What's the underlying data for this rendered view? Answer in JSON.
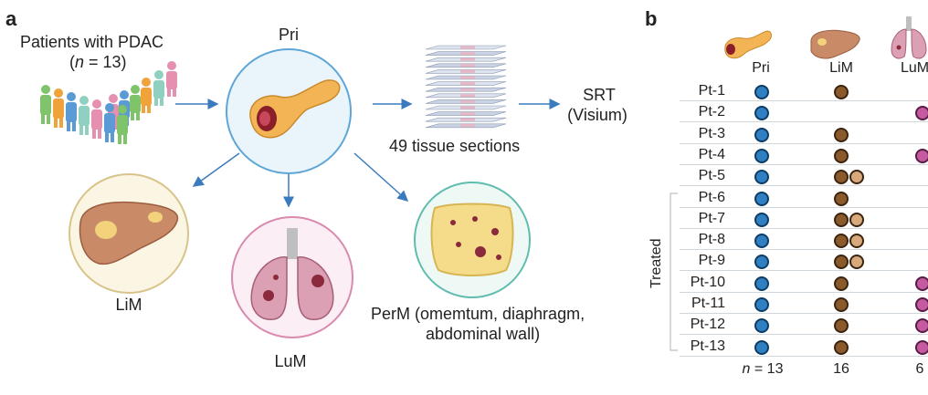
{
  "panel_a": {
    "letter": "a",
    "patients_line1": "Patients with PDAC",
    "patients_line2_prefix": "(",
    "patients_line2_n": "n",
    "patients_line2_suffix": " = 13)",
    "pri": "Pri",
    "lim": "LiM",
    "lum": "LuM",
    "perm_line1": "PerM (omemtum, diaphragm,",
    "perm_line2": "abdominal wall)",
    "sections": "49 tissue sections",
    "srt_line1": "SRT",
    "srt_line2": "(Visium)"
  },
  "panel_b": {
    "letter": "b",
    "columns": [
      "Pri",
      "LiM",
      "LuM"
    ],
    "treated_label": "Treated",
    "rows": [
      {
        "label": "Pt-1",
        "pri": 1,
        "lim": 1,
        "lim_light": 0,
        "lum": 0
      },
      {
        "label": "Pt-2",
        "pri": 1,
        "lim": 0,
        "lim_light": 0,
        "lum": 1
      },
      {
        "label": "Pt-3",
        "pri": 1,
        "lim": 1,
        "lim_light": 0,
        "lum": 0
      },
      {
        "label": "Pt-4",
        "pri": 1,
        "lim": 1,
        "lim_light": 0,
        "lum": 1
      },
      {
        "label": "Pt-5",
        "pri": 1,
        "lim": 1,
        "lim_light": 1,
        "lum": 0
      },
      {
        "label": "Pt-6",
        "pri": 1,
        "lim": 1,
        "lim_light": 0,
        "lum": 0
      },
      {
        "label": "Pt-7",
        "pri": 1,
        "lim": 1,
        "lim_light": 1,
        "lum": 0
      },
      {
        "label": "Pt-8",
        "pri": 1,
        "lim": 1,
        "lim_light": 1,
        "lum": 0
      },
      {
        "label": "Pt-9",
        "pri": 1,
        "lim": 1,
        "lim_light": 1,
        "lum": 0
      },
      {
        "label": "Pt-10",
        "pri": 1,
        "lim": 1,
        "lim_light": 0,
        "lum": 1
      },
      {
        "label": "Pt-11",
        "pri": 1,
        "lim": 1,
        "lim_light": 0,
        "lum": 1
      },
      {
        "label": "Pt-12",
        "pri": 1,
        "lim": 1,
        "lim_light": 0,
        "lum": 1
      },
      {
        "label": "Pt-13",
        "pri": 1,
        "lim": 1,
        "lim_light": 0,
        "lum": 1
      }
    ],
    "count_pri_n": "n",
    "count_pri": " = 13",
    "count_lim": "16",
    "count_lum": "6"
  }
}
